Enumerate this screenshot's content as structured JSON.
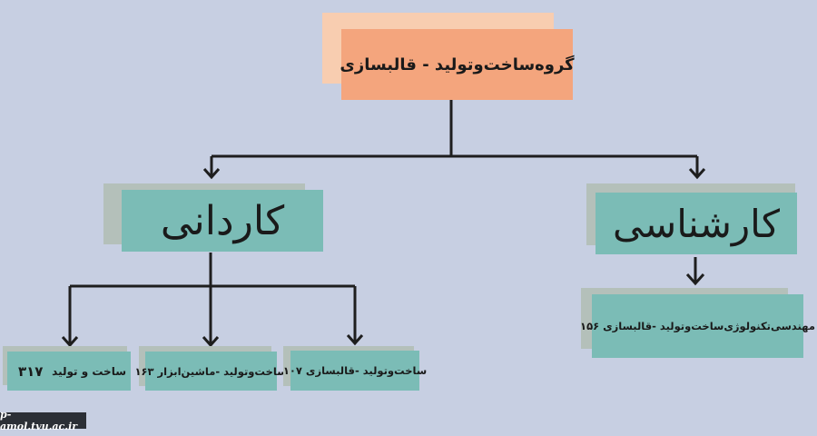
{
  "colors": {
    "background": "#c7cfe2",
    "root_fill": "#f4a57d",
    "root_shadow": "#f8cdb0",
    "node_fill": "#7bbcb6",
    "node_shadow": "#b4c0ba",
    "connector": "#1e1e1e"
  },
  "root": {
    "label": "گروه‌ساخت‌وتولید - قالبسازی"
  },
  "level1": {
    "associate": {
      "label": "کاردانی"
    },
    "bachelor": {
      "label": "کارشناسی"
    }
  },
  "leaves": {
    "bachelor_program": {
      "label": "مهندسی‌تکنولوژی‌ساخت‌وتولید -قالبسازی ۱۵۶"
    },
    "associate_mold": {
      "label": "ساخت‌وتولید -قالبسازی ۱۰۷"
    },
    "associate_machine": {
      "label": "ساخت‌وتولید -ماشین‌ابزار ۱۶۳"
    },
    "associate_general_name": "ساخت و تولید",
    "associate_general_code": "۳۱۷"
  },
  "footer": {
    "text": "p-amol.tvu.ac.ir"
  }
}
